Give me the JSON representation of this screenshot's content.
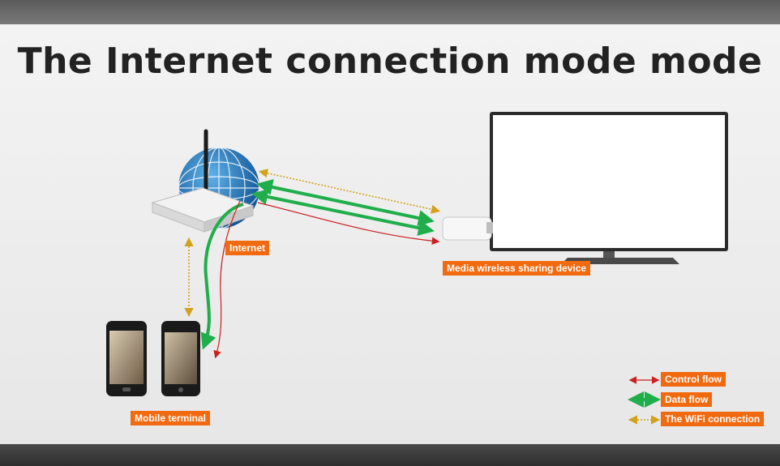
{
  "title": "The Internet connection mode mode",
  "labels": {
    "internet": "Internet",
    "media_device": "Media wireless sharing device",
    "mobile": "Mobile terminal"
  },
  "legend": [
    {
      "label": "Control flow",
      "color": "#cc1f1f"
    },
    {
      "label": "Data flow",
      "color": "#1fae4b"
    },
    {
      "label": "The WiFi connection",
      "color": "#d2a21c"
    }
  ],
  "colors": {
    "label_bg": "#f26a10",
    "control": "#cc1f1f",
    "data": "#1fae4b",
    "wifi": "#d2a21c",
    "globe": "#1c6fb5"
  },
  "icons": [
    "router-icon",
    "globe-icon",
    "tv-icon",
    "dongle-icon",
    "phone-icon"
  ]
}
